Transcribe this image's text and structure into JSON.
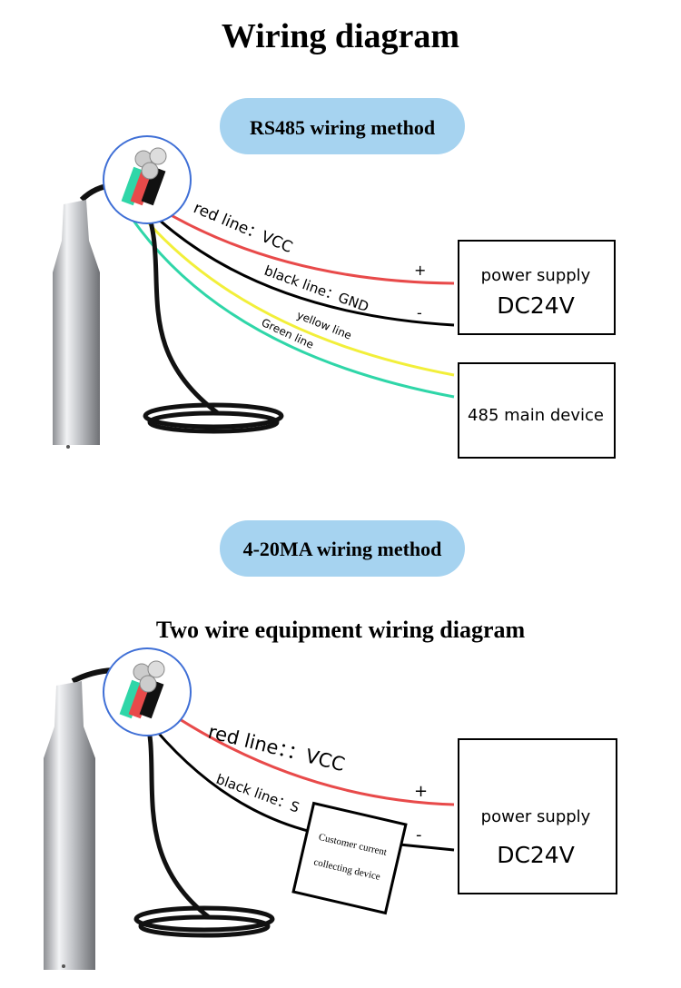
{
  "title": "Wiring diagram",
  "rs485": {
    "badge": "RS485 wiring method",
    "red_line": "red line：VCC",
    "black_line": "black line：GND",
    "yellow_line": "yellow line",
    "green_line": "Green line",
    "plus": "+",
    "minus": "-",
    "power_box": {
      "line1": "power supply",
      "line2": "DC24V"
    },
    "device_box": "485 main device"
  },
  "ma": {
    "badge": "4-20MA wiring method",
    "subtitle": "Two wire equipment wiring diagram",
    "red_line": "red line：：VCC",
    "black_line": "black line：S",
    "plus": "+",
    "minus": "-",
    "collector": {
      "line1": "Customer current",
      "line2": "collecting device"
    },
    "power_box": {
      "line1": "power supply",
      "line2": "DC24V"
    }
  },
  "colors": {
    "badge": "#a6d3f0",
    "red": "#e84a4a",
    "yellow": "#f2ef3a",
    "green": "#2fd6a8",
    "circle": "#3f6fd6"
  }
}
